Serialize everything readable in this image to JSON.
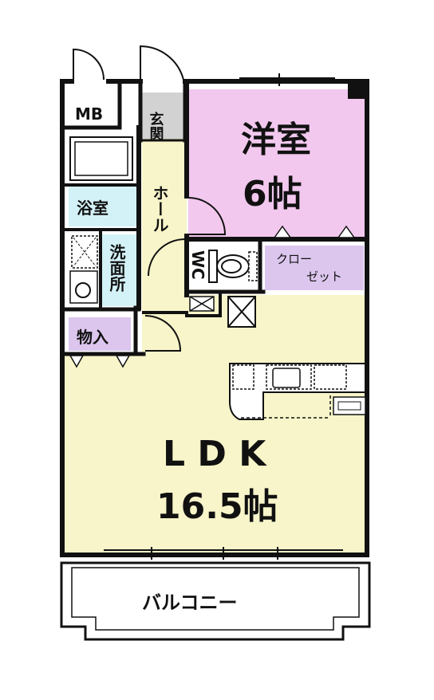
{
  "colors": {
    "wall": "#111111",
    "ldk": "#f7f5c9",
    "bedroom": "#f2c8ee",
    "closet": "#dcc6ee",
    "bath": "#d3f2f8",
    "entrance": "#d2d2d2",
    "balcony": "#ffffff",
    "counter": "#ffffff"
  },
  "rooms": {
    "mb": "MB",
    "entrance": "玄関",
    "bedroom_name": "洋室",
    "bedroom_size": "6帖",
    "hall": "ホール",
    "bath": "浴室",
    "washroom": "洗面所",
    "storage": "物入",
    "wc": "WC",
    "closet_1": "クロー",
    "closet_2": "ゼット",
    "ldk_name": "L D K",
    "ldk_size": "16.5帖",
    "balcony": "バルコニー"
  }
}
